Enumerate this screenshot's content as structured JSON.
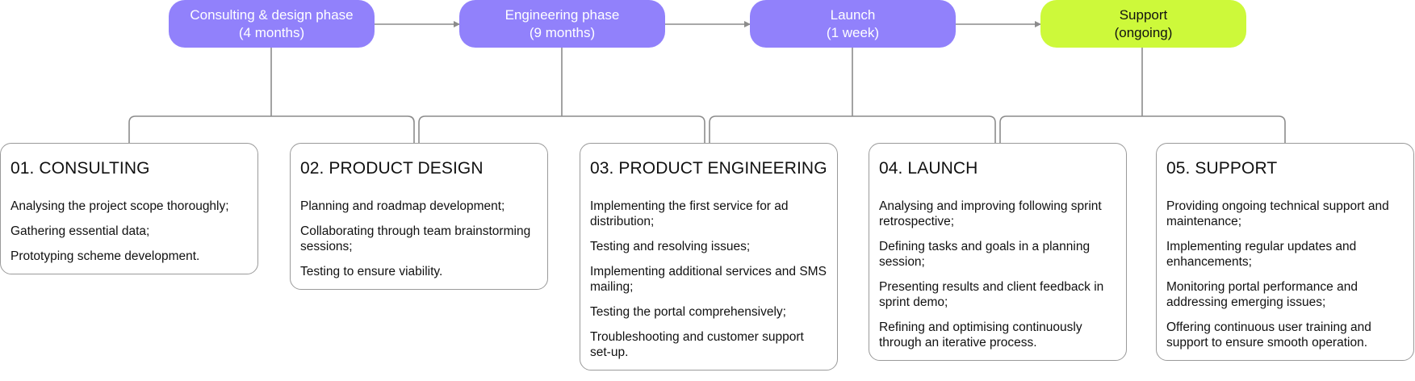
{
  "phases": [
    {
      "title": "Consulting & design phase",
      "duration": "(4 months)"
    },
    {
      "title": "Engineering phase",
      "duration": "(9 months)"
    },
    {
      "title": "Launch",
      "duration": "(1 week)"
    },
    {
      "title": "Support",
      "duration": "(ongoing)"
    }
  ],
  "stages": [
    {
      "title": "01. CONSULTING",
      "items": [
        "Analysing the project scope thoroughly;",
        "Gathering essential data;",
        "Prototyping scheme development."
      ]
    },
    {
      "title": "02. PRODUCT DESIGN",
      "items": [
        "Planning and roadmap development;",
        "Collaborating through team brainstorming sessions;",
        "Testing to ensure viability."
      ]
    },
    {
      "title": "03. PRODUCT ENGINEERING",
      "items": [
        "Implementing the first service for ad distribution;",
        "Testing and resolving issues;",
        "Implementing additional services and SMS mailing;",
        "Testing the portal comprehensively;",
        "Troubleshooting and customer support set-up."
      ]
    },
    {
      "title": "04. LAUNCH",
      "items": [
        "Analysing and improving following sprint retrospective;",
        "Defining tasks and goals in a planning session;",
        "Presenting results and client feedback in sprint demo;",
        "Refining and optimising continuously through an iterative process."
      ]
    },
    {
      "title": "05. SUPPORT",
      "items": [
        "Providing ongoing technical support and maintenance;",
        "Implementing regular updates and enhancements;",
        "Monitoring portal performance and addressing emerging issues;",
        "Offering continuous user training and support to ensure smooth operation."
      ]
    }
  ],
  "colors": {
    "phase_purple": "#9181fb",
    "phase_lime": "#cdf93a",
    "connector": "#8c8c8c",
    "card_border": "#9a9a9a"
  }
}
